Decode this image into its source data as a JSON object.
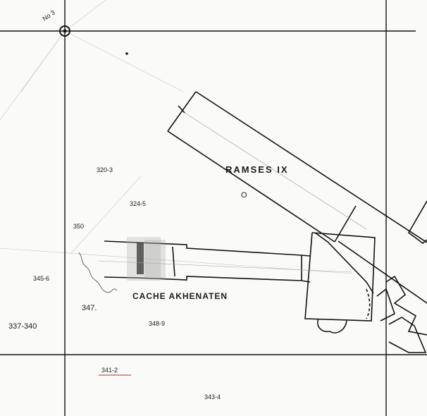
{
  "map": {
    "labels": {
      "tomb_ramses": "RAMSES IX",
      "cache": "CACHE AKHENATEN",
      "marker_o": "O",
      "grid_point": "No 3",
      "pit_320_3": "320-3",
      "pit_324_5": "324-5",
      "pit_350": "350",
      "pit_345_6": "345-6",
      "pit_347": "347.",
      "pit_337_340": "337-340",
      "pit_348_9": "348-9",
      "pit_341_2": "341-2",
      "pit_343_4": "343-4"
    },
    "colors": {
      "ink": "#111111",
      "pencil": "#b8b8b8",
      "underline_red": "#cc2222",
      "shade": "#777777"
    }
  }
}
